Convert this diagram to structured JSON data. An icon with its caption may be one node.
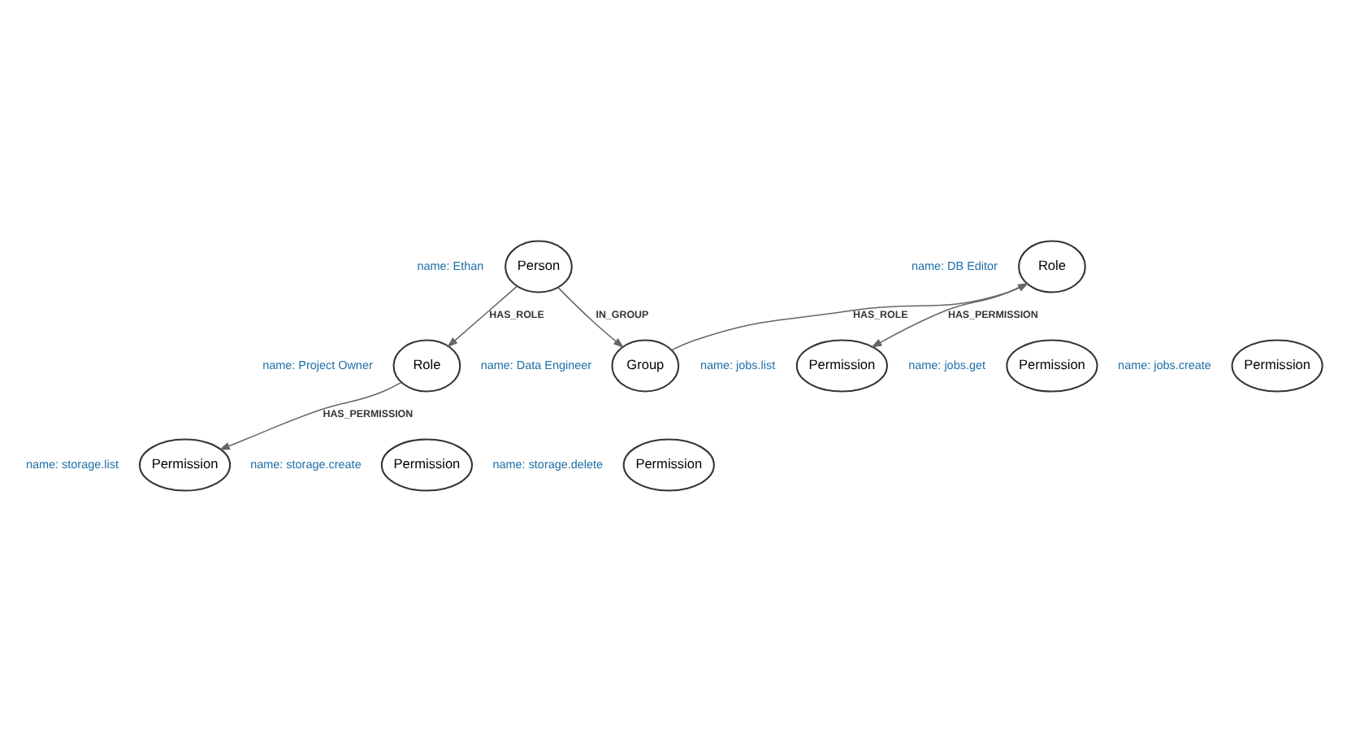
{
  "diagram": {
    "nodes": [
      {
        "text": [
          "Person"
        ],
        "beside": [
          "name: Ethan"
        ]
      },
      {
        "text": [
          "Role"
        ],
        "beside": [
          "name: Project Owner"
        ]
      },
      {
        "text": [
          "Group"
        ],
        "beside": [
          "name: Data Engineer"
        ]
      },
      {
        "text": [
          "Role"
        ],
        "beside": [
          "name: DB Editor"
        ]
      },
      {
        "text": [
          "Permission"
        ],
        "beside": [
          "name: storage.list"
        ]
      },
      {
        "text": [
          "Permission"
        ],
        "beside": [
          "name: storage.create"
        ]
      },
      {
        "text": [
          "Permission"
        ],
        "beside": [
          "name: storage.delete"
        ]
      },
      {
        "text": [
          "Permission"
        ],
        "beside": [
          "name: jobs.list"
        ]
      },
      {
        "text": [
          "Permission"
        ],
        "beside": [
          "name: jobs.get"
        ]
      },
      {
        "text": [
          "Permission"
        ],
        "beside": [
          "name: jobs.create"
        ]
      }
    ],
    "edges": [
      {
        "from": 0,
        "to": 1,
        "arrow": "to",
        "label": "HAS_ROLE"
      },
      {
        "from": 0,
        "to": 2,
        "arrow": "to",
        "label": "IN_GROUP"
      },
      {
        "from": 2,
        "to": 3,
        "arrow": "to",
        "label": "HAS_ROLE"
      },
      {
        "from": 3,
        "to": 7,
        "arrow": "to",
        "label": "HAS_PERMISSION"
      },
      {
        "from": 1,
        "to": 4,
        "arrow": "to",
        "label": "HAS_PERMISSION"
      }
    ]
  }
}
